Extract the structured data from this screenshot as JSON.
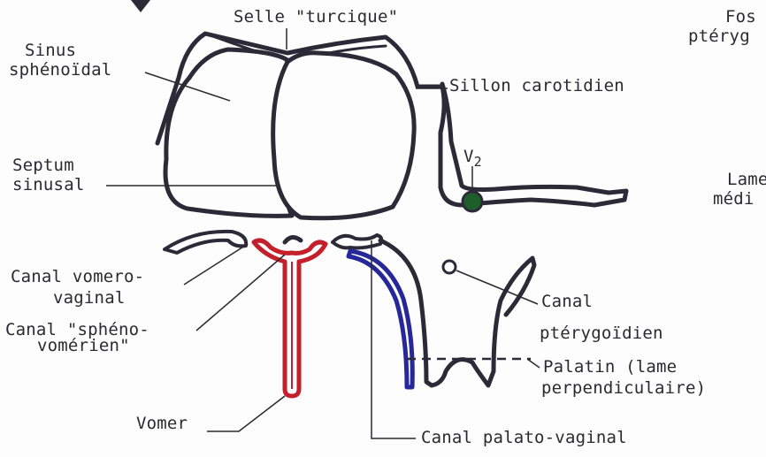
{
  "labels": {
    "selle_turcique": "Selle \"turcique\"",
    "fosse_pterygo_1": "Fos",
    "fosse_pterygo_2": "ptéryg",
    "sinus_1": "Sinus",
    "sinus_2": "sphénoïdal",
    "sillon_carotidien": "Sillon carotidien",
    "v2_letter": "V",
    "v2_sub": "2",
    "septum_1": "Septum",
    "septum_2": "sinusal",
    "lame_1": "Lame",
    "lame_2": "médi",
    "canal_vomero_1": "Canal vomero-",
    "canal_vomero_2": "vaginal",
    "canal_spheno_1": "Canal \"sphéno-",
    "canal_spheno_2": "vomérien\"",
    "canal_pterygoidien_1": "Canal",
    "canal_pterygoidien_2": "ptérygoïdien",
    "palatin_1": "Palatin (lame",
    "palatin_2": "perpendiculaire)",
    "vomer": "Vomer",
    "canal_palato": "Canal palato-vaginal"
  },
  "colors": {
    "bone_outline": "#2d2a38",
    "vomer": "#c4202c",
    "palato_vaginal_canal": "#26289a",
    "v2_nerve": "#1c5f2a",
    "leader": "#2a2a30"
  }
}
